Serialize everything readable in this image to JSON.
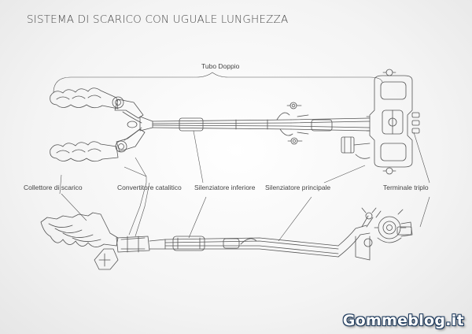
{
  "title": "SISTEMA DI SCARICO CON UGUALE LUNGHEZZA",
  "labels": {
    "tubo_doppio": "Tubo Doppio",
    "collettore": "Collettore di scarico",
    "convertitore": "Convertitore catalitico",
    "silenziatore_inferiore": "Silenziatore inferiore",
    "silenziatore_principale": "Silenziatore principale",
    "terminale": "Terminale triplo"
  },
  "watermark": "Gommeblog.it",
  "colors": {
    "line": "#555555",
    "text": "#444444",
    "background": "#f4f4f4"
  }
}
